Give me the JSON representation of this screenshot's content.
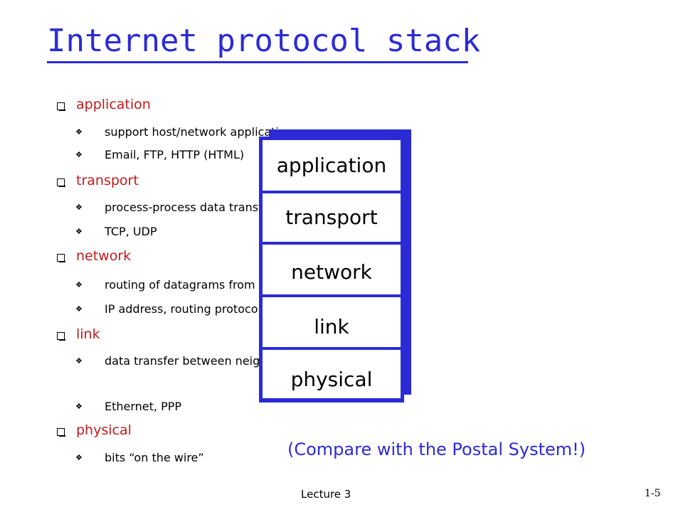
{
  "slide": {
    "title": "Internet protocol stack",
    "bullets": [
      {
        "label": "application",
        "subs": [
          "support host/network applications",
          "Email, FTP, HTTP (HTML)"
        ]
      },
      {
        "label": "transport",
        "subs": [
          "process-process data transfer",
          "TCP, UDP"
        ]
      },
      {
        "label": "network",
        "subs": [
          "routing of datagrams from src. to destn.",
          "IP address, routing protocols"
        ]
      },
      {
        "label": "link",
        "subs": [
          "data transfer between neighboring network elements",
          "Ethernet, PPP"
        ]
      },
      {
        "label": "physical",
        "subs": [
          "bits “on the wire”"
        ]
      }
    ],
    "stack_layers": [
      "application",
      "transport",
      "network",
      "link",
      "physical"
    ],
    "compare_note": "(Compare with the Postal System!)",
    "footer": {
      "lecture": "Lecture 3",
      "page": "1-5"
    },
    "colors": {
      "title": "#2b2bd6",
      "bullet_label": "#c11a1a",
      "stack_border": "#2b2bd6",
      "note": "#2b2bd6"
    }
  }
}
